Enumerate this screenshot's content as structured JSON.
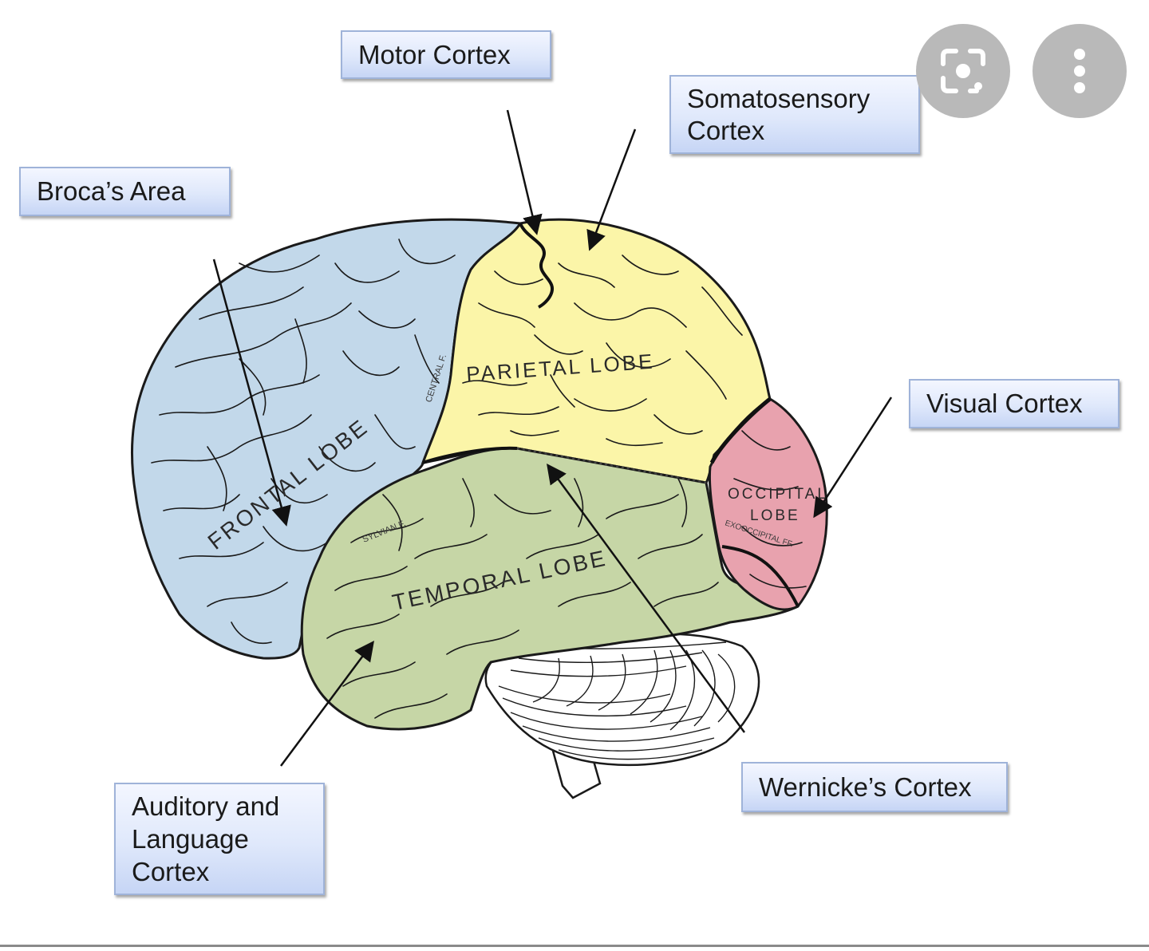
{
  "callouts": {
    "motor_cortex": "Motor Cortex",
    "somatosensory_cortex": "Somatosensory\nCortex",
    "brocas_area": "Broca’s Area",
    "visual_cortex": "Visual Cortex",
    "wernickes_cortex": "Wernicke’s Cortex",
    "auditory_language_cortex": "Auditory and\nLanguage\nCortex"
  },
  "lobes": {
    "frontal": "FRONTAL LOBE",
    "parietal": "PARIETAL LOBE",
    "temporal": "TEMPORAL LOBE",
    "occipital_line1": "OCCIPITAL",
    "occipital_line2": "LOBE"
  },
  "fissures": {
    "central": "CENTRAL F.",
    "sylvian": "SYLVIAN F.",
    "exooccipital": "EXOOCCIPITAL FF."
  },
  "colors": {
    "frontal": "#c2d8ea",
    "parietal": "#fbf5a8",
    "temporal": "#c6d6a6",
    "occipital": "#e8a2ae",
    "cerebellum": "#ffffff",
    "outline": "#1a1a1a",
    "callout_border": "#9fb3d9",
    "fab_bg": "#b9b9b9"
  },
  "overlay_buttons": {
    "lens_icon": "lens-search-icon",
    "more_icon": "more-vertical-icon"
  }
}
